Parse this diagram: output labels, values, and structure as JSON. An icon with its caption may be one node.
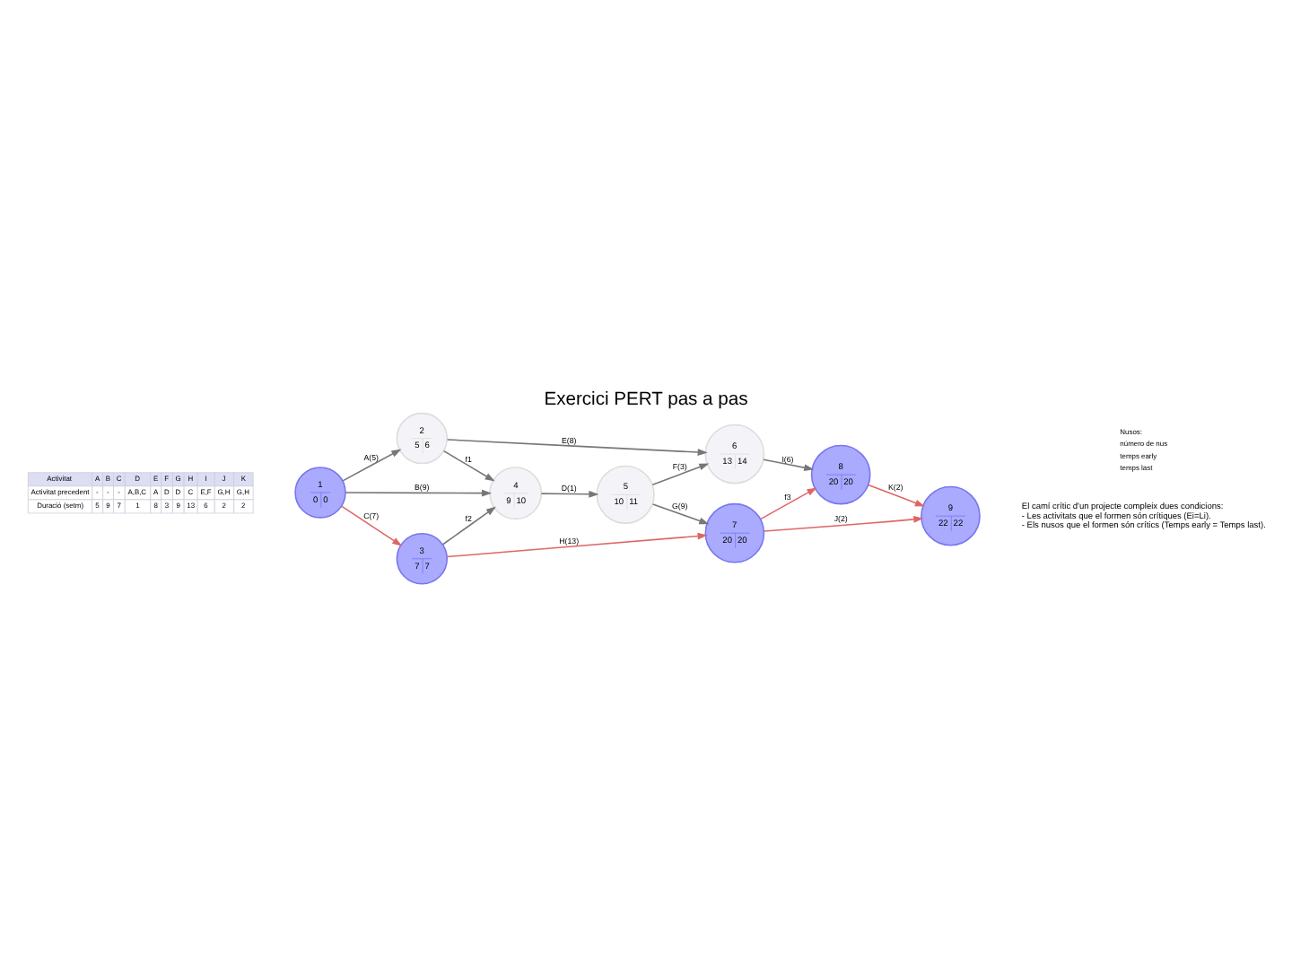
{
  "diagram": {
    "title": "Exercici PERT pas a pas",
    "nodes": [
      {
        "text": [
          "1",
          "0",
          "0"
        ]
      },
      {
        "text": [
          "2",
          "5",
          "6"
        ]
      },
      {
        "text": [
          "3",
          "7",
          "7"
        ]
      },
      {
        "text": [
          "4",
          "9",
          "10"
        ]
      },
      {
        "text": [
          "5",
          "10",
          "11"
        ]
      },
      {
        "text": [
          "6",
          "13",
          "14"
        ]
      },
      {
        "text": [
          "7",
          "20",
          "20"
        ]
      },
      {
        "text": [
          "8",
          "20",
          "20"
        ]
      },
      {
        "text": [
          "9",
          "22",
          "22"
        ]
      }
    ],
    "edges": [
      {
        "from": 0,
        "to": 1,
        "arrow": "to",
        "label": "A(5)"
      },
      {
        "from": 0,
        "to": 3,
        "arrow": "to",
        "label": "B(9)"
      },
      {
        "from": 0,
        "to": 2,
        "arrow": "to",
        "label": "C(7)",
        "color": "#e06666"
      },
      {
        "from": 1,
        "to": 5,
        "arrow": "to",
        "label": "E(8)"
      },
      {
        "from": 1,
        "to": 3,
        "arrow": "to",
        "label": "f1"
      },
      {
        "from": 2,
        "to": 3,
        "arrow": "to",
        "label": "f2"
      },
      {
        "from": 3,
        "to": 4,
        "arrow": "to",
        "label": "D(1)"
      },
      {
        "from": 4,
        "to": 5,
        "arrow": "to",
        "label": "F(3)"
      },
      {
        "from": 4,
        "to": 6,
        "arrow": "to",
        "label": "G(9)"
      },
      {
        "from": 2,
        "to": 6,
        "arrow": "to",
        "label": "H(13)",
        "color": "#e06666"
      },
      {
        "from": 5,
        "to": 7,
        "arrow": "to",
        "label": "I(6)"
      },
      {
        "from": 6,
        "to": 7,
        "arrow": "to",
        "label": "f3",
        "color": "#e06666"
      },
      {
        "from": 7,
        "to": 8,
        "arrow": "to",
        "label": "K(2)",
        "color": "#e06666"
      },
      {
        "from": 6,
        "to": 8,
        "arrow": "to",
        "label": "J(2)",
        "color": "#e06666"
      }
    ],
    "labels": [
      "Activitat",
      "A",
      "B",
      "C",
      "D",
      "E",
      "F",
      "G",
      "H",
      "I",
      "J",
      "K",
      "Activitat precedent",
      "-",
      "-",
      "-",
      "A,B,C",
      "A",
      "D",
      "D",
      "C",
      "E,F",
      "G,H",
      "G,H",
      "Duració (setm)",
      "5",
      "9",
      "7",
      "1",
      "8",
      "3",
      "9",
      "13",
      "6",
      "2",
      "2",
      "El camí crític d'un projecte compleix dues condicions:",
      "- Les activitats que el formen són crítiques (Ei=Li).",
      "- Els nusos que el formen són crítics (Temps early = Temps last).",
      "Nusos:",
      "número de nus",
      "temps early",
      "temps last"
    ]
  }
}
